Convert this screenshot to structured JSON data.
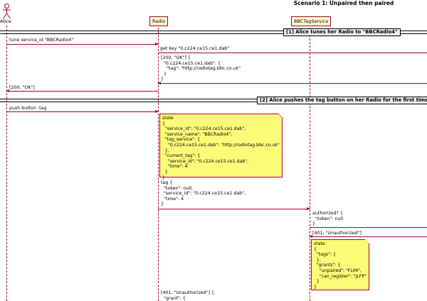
{
  "title": "Scenario 1: Unpaired then paired",
  "participants": {
    "alice": "Alice",
    "radio": "Radio",
    "tag_service": "BBCTagService"
  },
  "dividers": {
    "d1": "[1] Alice tunes her Radio to \"BBCRadio4\"",
    "d2": "[2] Alice pushes the tag button on her Radio for the first time"
  },
  "messages": {
    "m1": "tune service_id \"BBCRadio4\"",
    "m2": "get key \"0.c224.ce15.ce1.dab\"",
    "m3": "[200, \"OK\"] {\n  \"0.c224.ce15.ce1.dab\": {\n    \"tag\": \"http://radiotag.bbc.co.uk\"\n  }\n}",
    "m4": "[200, \"OK\"]",
    "m5": "push button :tag",
    "m6": "tag {\n  \"token\": null,\n  \"service_id\": \"0.c224.ce15.ce1.dab\",\n  \"time\": 4\n}",
    "m7": "authorized? {\n  \"token\": null\n}",
    "m8": "[401, \"Unauthorized\"]",
    "m9": "[401, \"Unauthorized\"] {\n  \"grant\": {"
  },
  "notes": {
    "n1": "state\n{\n  \"service_id\": \"0.c224.ce15.ce1.dab\",\n  \"service_name\": \"BBCRadio4\",\n  \"tag_service\": {\n    \"0.c224.ce15.ce1.dab\": \"http://radiotag.bbc.co.uk\"\n  },\n  \"current_tag\": {\n    \"service_id\": \"0.c224.ce15.ce1.dab\",\n    \"time\": 4\n  }\n}",
    "n2": "state\n{\n  \"tags\": {\n  },\n  \"grants\": {\n    \"unpaired\": \"FLMI\",\n    \"can_register\": \"JLFP\"\n  }\n}"
  },
  "colors": {
    "line": "#a80036",
    "participant_fill": "#fefece",
    "note_fill": "#fbfb77",
    "divider_label_fill": "#eeeeee"
  }
}
